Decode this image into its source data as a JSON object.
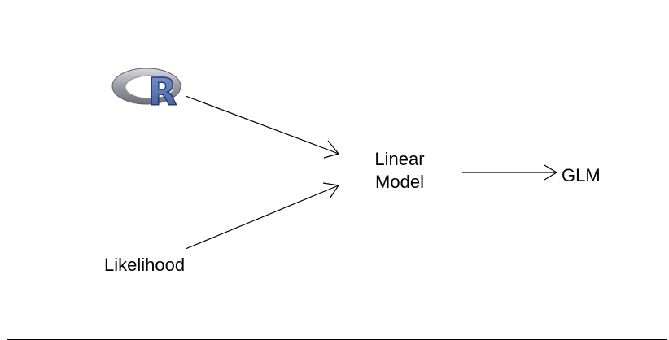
{
  "nodes": {
    "linear_model_line1": "Linear",
    "linear_model_line2": "Model",
    "glm": "GLM",
    "likelihood": "Likelihood",
    "r_logo_letter": "R"
  },
  "icons": {
    "r_logo": "r-logo-icon"
  },
  "colors": {
    "r_ring_outer": "#8c8c94",
    "r_ring_inner": "#c9cad2",
    "r_letter_fill": "#4f6fae",
    "r_letter_stroke": "#1f3a78",
    "line": "#000000"
  }
}
